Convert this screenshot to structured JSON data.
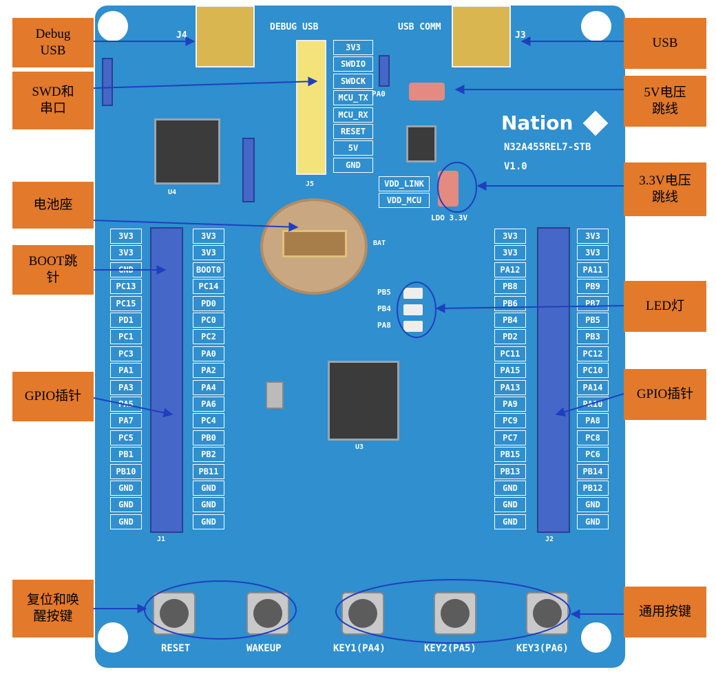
{
  "callouts": {
    "debug_usb": "Debug USB",
    "swd_uart": "SWD和 串口",
    "battery": "电池座",
    "boot": "BOOT跳 针",
    "gpio_left": "GPIO插针",
    "reset_wakeup": "复位和唤 醒按键",
    "usb": "USB",
    "jumper_5v": "5V电压 跳线",
    "jumper_33v": "3.3V电压 跳线",
    "led": "LED灯",
    "gpio_right": "GPIO插针",
    "user_keys": "通用按键"
  },
  "silkscreen": {
    "debug_usb": "DEBUG USB",
    "usb_comm": "USB COMM",
    "j4": "J4",
    "j3": "J3",
    "brand": "Nation",
    "model": "N32A455REL7-STB",
    "version": "V1.0",
    "vdd_link": "VDD_LINK",
    "vdd_mcu": "VDD_MCU",
    "ldo": "LDO 3.3V",
    "bat": "BAT",
    "pa0": "PA0",
    "j1": "J1",
    "j2": "J2",
    "j5": "J5",
    "u3": "U3",
    "u4": "U4",
    "led_pb5": "PB5",
    "led_pb4": "PB4",
    "led_pa8": "PA8"
  },
  "swd_labels": [
    "3V3",
    "SWDIO",
    "SWDCK",
    "MCU_TX",
    "MCU_RX",
    "RESET",
    "5V",
    "GND"
  ],
  "left_outer": [
    "3V3",
    "3V3",
    "GND",
    "PC13",
    "PC15",
    "PD1",
    "PC1",
    "PC3",
    "PA1",
    "PA3",
    "PA5",
    "PA7",
    "PC5",
    "PB1",
    "PB10",
    "GND",
    "GND",
    "GND"
  ],
  "left_inner": [
    "3V3",
    "3V3",
    "BOOT0",
    "PC14",
    "PD0",
    "PC0",
    "PC2",
    "PA0",
    "PA2",
    "PA4",
    "PA6",
    "PC4",
    "PB0",
    "PB2",
    "PB11",
    "GND",
    "GND",
    "GND"
  ],
  "right_inner": [
    "3V3",
    "3V3",
    "PA12",
    "PB8",
    "PB6",
    "PB4",
    "PD2",
    "PC11",
    "PA15",
    "PA13",
    "PA9",
    "PC9",
    "PC7",
    "PB15",
    "PB13",
    "GND",
    "GND",
    "GND"
  ],
  "right_outer": [
    "3V3",
    "3V3",
    "PA11",
    "PB9",
    "PB7",
    "PB5",
    "PB3",
    "PC12",
    "PC10",
    "PA14",
    "PA10",
    "PA8",
    "PC8",
    "PC6",
    "PB14",
    "PB12",
    "GND",
    "GND"
  ],
  "buttons": [
    "RESET",
    "WAKEUP",
    "KEY1(PA4)",
    "KEY2(PA5)",
    "KEY3(PA6)"
  ],
  "colors": {
    "board": "#2f8fcf",
    "callout": "#e3792a",
    "arrow": "#1f3fbf",
    "header": "#4567c7"
  }
}
